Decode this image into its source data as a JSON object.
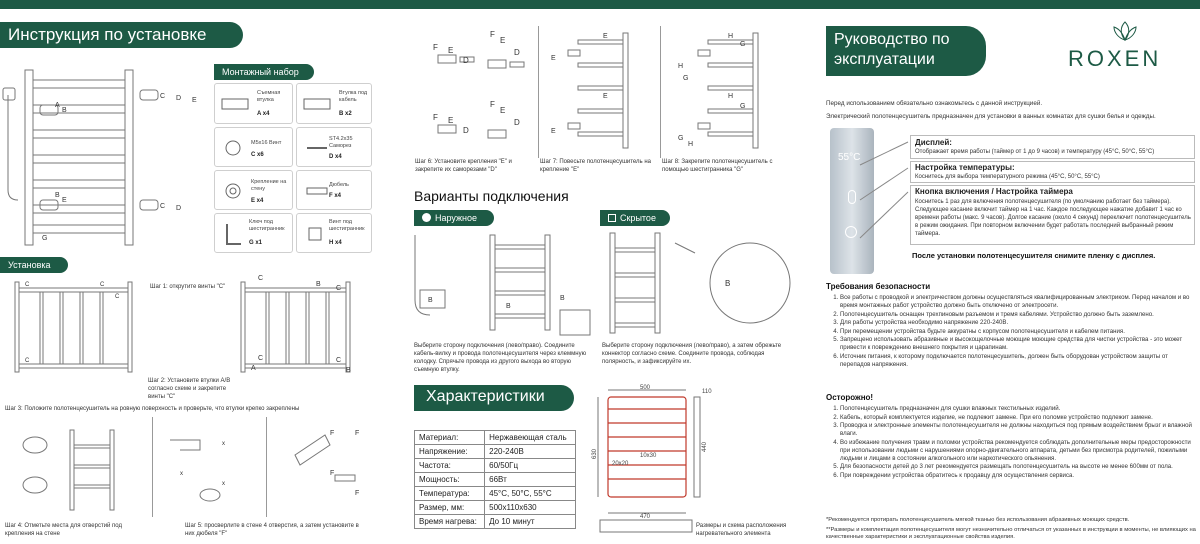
{
  "installation": {
    "title": "Инструкция по установке",
    "kit_title": "Монтажный набор",
    "parts": [
      {
        "label": "Съемная втулка",
        "qty": "A x4"
      },
      {
        "label": "Втулка под кабель",
        "qty": "B x2"
      },
      {
        "label": "M5x16 Винт",
        "qty": "C x6"
      },
      {
        "label": "ST4.2x35 Саморез",
        "qty": "D x4"
      },
      {
        "label": "Крепление на стену",
        "qty": "E x4"
      },
      {
        "label": "Дюбель",
        "qty": "F x4"
      },
      {
        "label": "Ключ под шестигранник",
        "qty": "G x1"
      },
      {
        "label": "Винт под шестигранник",
        "qty": "H x4"
      }
    ],
    "setup_title": "Установка",
    "step1": "Шаг 1: открутите винты \"C\"",
    "step2": "Шаг 2: Установите втулки A/B согласно схеме и закрепите винты \"C\"",
    "step3": "Шаг 3: Положите полотенцесушитель на ровную поверхность и проверьте, что втулки крепко закреплены",
    "step4": "Шаг 4: Отметьте места для отверстий под крепления на стене",
    "step5": "Шаг 5: просверлите в стене 4 отверстия, а затем установите в них дюбеля \"F\"",
    "step6": "Шаг 6: Установите крепления \"E\" и закрепите их саморезами \"D\"",
    "step7": "Шаг 7: Повесьте полотенцесушитель на крепление \"E\"",
    "step8": "Шаг 8: Закрепите полотенцесушитель с помощью шестигранника \"G\""
  },
  "connection": {
    "title": "Варианты подключения",
    "external_label": "Наружное",
    "hidden_label": "Скрытое",
    "external_text": "Выберите сторону подключения (лево/право). Соедините кабель-вилку и провода полотенцесушителя через клеммную колодку. Спрячьте провода из другого выхода во вторую съемную втулку.",
    "hidden_text": "Выберите сторону подключения (лево/право), а затем обрежьте коннектор согласно схеме. Соедините провода, соблюдая полярность, и зафиксируйте их."
  },
  "specs": {
    "title": "Характеристики",
    "rows": [
      {
        "k": "Материал:",
        "v": "Нержавеющая сталь"
      },
      {
        "k": "Напряжение:",
        "v": "220-240В"
      },
      {
        "k": "Частота:",
        "v": "60/50Гц"
      },
      {
        "k": "Мощность:",
        "v": "66Вт"
      },
      {
        "k": "Температура:",
        "v": "45°C, 50°C, 55°C"
      },
      {
        "k": "Размер, мм:",
        "v": "500x110x630"
      },
      {
        "k": "Время нагрева:",
        "v": "До 10 минут"
      }
    ],
    "dim_width": "500",
    "dim_depth": "110",
    "dim_height": "630",
    "dim_mid": "440",
    "dim_bottom": "470",
    "dim_tube": "10x30",
    "dim_tube2": "20x20",
    "scheme_caption": "Размеры и схема расположения нагревательного элемента"
  },
  "manual": {
    "title_line1": "Руководство по",
    "title_line2": "эксплуатации",
    "brand": "ROXEN",
    "intro1": "Перед использованием обязательно ознакомьтесь с данной инструкцией.",
    "intro2": "Электрический полотенцесушитель предназначен для установки в ванных комнатах для сушки белья и одежды.",
    "display_temp": "55°C",
    "display_head": "Дисплей:",
    "display_text": "Отображает время работы (таймер от 1 до 9 часов) и температуру (45°C, 50°C, 55°C)",
    "temp_head": "Настройка температуры:",
    "temp_text": "Коснитесь для выбора температурного режима (45°C, 50°C, 55°C)",
    "timer_head": "Кнопка включения / Настройка таймера",
    "timer_text": "Коснитесь 1 раз для включения полотенцесушителя (по умолчанию работает без таймера). Следующее касание включит таймер на 1 час. Каждое последующее нажатие добавит 1 час ко времени работы (макс. 9 часов). Долгое касание (около 4 секунд) переключит полотенцесушитель в режим ожидания. При повторном включении будет работать последний выбранный режим таймера.",
    "film_note": "После установки полотенцесушителя снимите пленку с дисплея.",
    "safety_title": "Требования безопасности",
    "safety": [
      "Все работы с проводкой и электричеством должны осуществляться квалифицированным электриком. Перед началом и во время монтажных работ устройство должно быть отключено от электросети.",
      "Полотенцесушитель оснащен трехпиновым разъемом и тремя кабелями. Устройство должно быть заземлено.",
      "Для работы устройства необходимо напряжение 220-240В.",
      "При перемещении устройства будьте аккуратны с корпусом полотенцесушителя и кабелем питания.",
      "Запрещено использовать абразивные и высокощелочные моющие моющие средства для чистки устройства - это может привести к повреждению внешнего покрытия и царапинам.",
      "Источник питания, к которому подключается полотенцесушитель, должен быть оборудован устройством защиты от перепадов напряжения."
    ],
    "caution_title": "Осторожно!",
    "caution": [
      "Полотенцесушитель предназначен для сушки влажных текстильных изделий.",
      "Кабель, который комплектуется изделие, не подлежит замене. При его поломке устройство подлежит замене.",
      "Проводка и электронные элементы полотенцесушителя не должны находиться под прямым воздействием брызг и влажной влаги.",
      "Во избежание получения травм и поломки устройства рекомендуется соблюдать дополнительные меры предосторожности при использовании людьми с нарушениями опорно-двигательного аппарата, детьми без присмотра родителей, пожилыми людьми и лицами в состоянии алкогольного или наркотического опьянения.",
      "Для безопасности детей до 3 лет рекомендуется размещать полотенцесушитель на высоте не менее 600мм от пола.",
      "При повреждении устройства обратитесь к продавцу для осуществления сервиса."
    ],
    "footnote1": "*Рекомендуется протирать полотенцесушитель мягкой тканью без использования абразивных моющих средств.",
    "footnote2": "**Размеры и комплектация полотенцесушителя могут незначительно отличаться от указанных в инструкции в моменты, не влияющих на качественные характеристики и эксплуатационные свойства изделия."
  },
  "colors": {
    "brand_green": "#1d5a45",
    "heater_red": "#c0392b"
  }
}
